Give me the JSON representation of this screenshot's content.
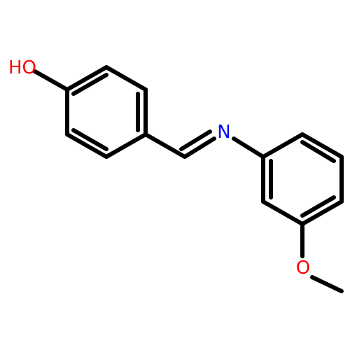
{
  "molecule": {
    "atoms": {
      "hydroxyl": {
        "label": "HO",
        "color": "#ff0000"
      },
      "imine_nitrogen": {
        "label": "N",
        "color": "#0000ff"
      },
      "methoxy_oxygen": {
        "label": "O",
        "color": "#ff0000"
      }
    },
    "bond_color": "#000000"
  }
}
